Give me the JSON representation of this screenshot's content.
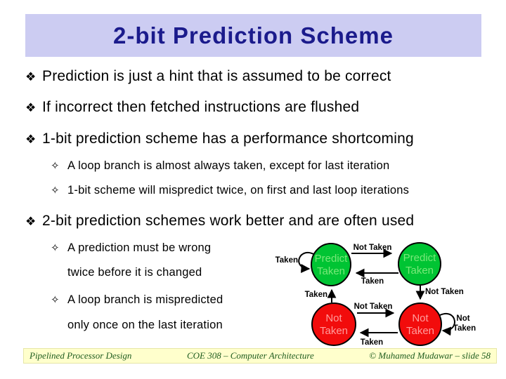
{
  "slide": {
    "title": "2-bit Prediction Scheme"
  },
  "bullets": {
    "l1": [
      {
        "marker": "❖",
        "text": "Prediction is just a hint that is assumed to be correct"
      },
      {
        "marker": "❖",
        "text": "If incorrect then fetched instructions are flushed"
      },
      {
        "marker": "❖",
        "text": "1-bit prediction scheme has a performance shortcoming"
      },
      {
        "marker": "❖",
        "text": "2-bit prediction schemes work better and are often used"
      }
    ],
    "l2": [
      {
        "marker": "✧",
        "line1": "A loop branch is almost always taken, except for last iteration"
      },
      {
        "marker": "✧",
        "line1": "1-bit scheme will mispredict twice, on first and last loop iterations"
      },
      {
        "marker": "✧",
        "line1": "A prediction must be wrong",
        "line2": "twice before it is changed"
      },
      {
        "marker": "✧",
        "line1": "A loop branch is mispredicted",
        "line2": "only once on the last iteration"
      }
    ]
  },
  "diagram": {
    "states": {
      "tl": {
        "line1": "Predict",
        "line2": "Taken"
      },
      "tr": {
        "line1": "Predict",
        "line2": "Taken"
      },
      "bl": {
        "line1": "Not",
        "line2": "Taken"
      },
      "br": {
        "line1": "Not",
        "line2": "Taken"
      }
    },
    "labels": {
      "tl_self": "Taken",
      "tl_tr": "Not Taken",
      "tr_tl": "Taken",
      "tr_br": "Not Taken",
      "bl_tl": "Taken",
      "bl_br": "Not Taken",
      "br_bl": "Taken",
      "br_self_line1": "Not",
      "br_self_line2": "Taken"
    },
    "colors": {
      "taken_state_fill": "#00C433",
      "taken_state_text": "#79E879",
      "not_taken_state_fill": "#F20C0C",
      "not_taken_state_text": "#FF9C9C",
      "title_bar_bg": "#CCCCF2",
      "title_text": "#1B1B8C",
      "footer_bg": "#FFFFCC",
      "footer_text": "#1F5C1F"
    }
  },
  "footer": {
    "left": "Pipelined Processor Design",
    "center": "COE 308 – Computer Architecture",
    "right": "© Muhamed Mudawar – slide 58"
  }
}
